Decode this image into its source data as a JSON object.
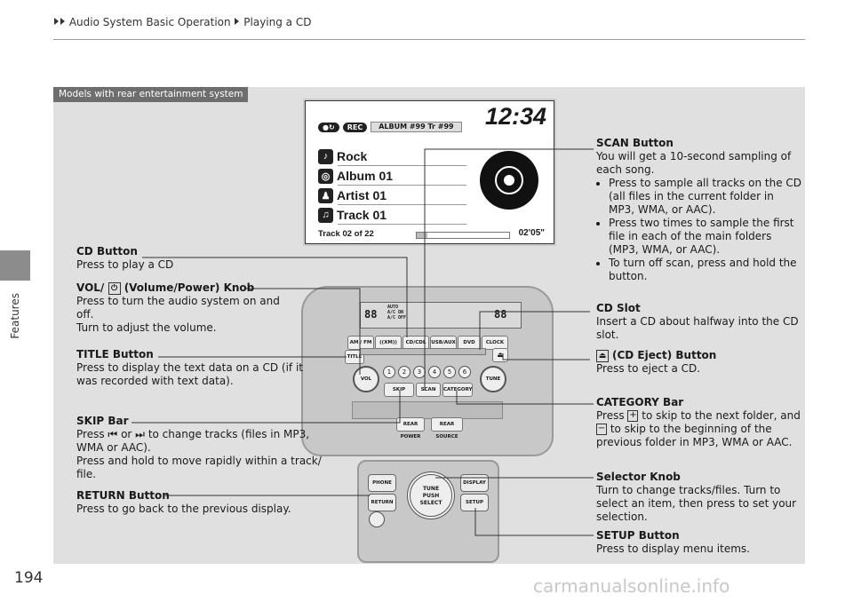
{
  "breadcrumb": [
    "Audio System Basic Operation",
    "Playing a CD"
  ],
  "side_label": "Features",
  "page_number": "194",
  "panel_tag": "Models with rear entertainment system",
  "screen": {
    "clock": "12:34",
    "rec_label": "REC",
    "album_strip": "ALBUM #99   Tr   #99",
    "rows": [
      {
        "icon": "guitar-icon",
        "glyph": "♪",
        "label": "Rock"
      },
      {
        "icon": "album-icon",
        "glyph": "◎",
        "label": "Album 01"
      },
      {
        "icon": "artist-icon",
        "glyph": "♟",
        "label": "Artist 01"
      },
      {
        "icon": "note-icon",
        "glyph": "♫",
        "label": "Track 01"
      }
    ],
    "track_line": "Track 02 of 22",
    "elapsed": "02'05\"",
    "progress": 0.12
  },
  "unit": {
    "lcd_left": "88",
    "lcd_auto": "AUTO A/C ON A/C OFF",
    "lcd_right": "88",
    "buttons_top": [
      "AM / FM",
      "((XM))",
      "CD/CDL",
      "USB/AUX",
      "DVD",
      "CLOCK"
    ],
    "title_btn": "TITLE",
    "numbers": [
      "1",
      "2",
      "3",
      "4",
      "5",
      "6"
    ],
    "vol": "VOL",
    "tune": "TUNE",
    "skip": "SKIP",
    "scan": "SCAN",
    "category": "CATEGORY",
    "rear_power": "REAR POWER",
    "rear_source": "REAR SOURCE"
  },
  "control": {
    "phone": "PHONE",
    "return": "RETURN",
    "display": "DISPLAY",
    "setup": "SETUP",
    "selector": "TUNE\nPUSH\nSELECT"
  },
  "callouts": {
    "scan": {
      "title": "SCAN Button",
      "text": "You will get a 10-second sampling of each song.",
      "bullets": [
        "Press to sample all tracks on the CD (all files in the current folder in MP3, WMA, or AAC).",
        "Press two times to sample the first file in each of the main folders (MP3, WMA, or AAC).",
        "To turn off scan, press and hold the button."
      ]
    },
    "cd_button": {
      "title": "CD Button",
      "text": "Press to play a CD"
    },
    "vol": {
      "title_a": "VOL/",
      "title_b": "(Volume/Power) Knob",
      "text": "Press to turn the audio system on and off.\nTurn to adjust the volume."
    },
    "cd_slot": {
      "title": "CD Slot",
      "text": "Insert a CD about halfway into the CD slot."
    },
    "title": {
      "title": "TITLE Button",
      "text": "Press to display the text data on a CD (if it was recorded with text data)."
    },
    "eject": {
      "title": "(CD Eject) Button",
      "text": "Press to eject a CD."
    },
    "category": {
      "title": "CATEGORY Bar",
      "text_a": "Press",
      "text_b": "to skip to the next folder, and",
      "text_c": "to skip to the beginning of the previous folder in MP3, WMA or AAC."
    },
    "skip": {
      "title": "SKIP Bar",
      "text_a": "Press",
      "text_b": "or",
      "text_c": "to change tracks (files in MP3, WMA or AAC).",
      "text_d": "Press and hold to move rapidly within a track/ file."
    },
    "selector": {
      "title": "Selector Knob",
      "text": "Turn to change tracks/files. Turn to select an item, then press to set your selection."
    },
    "return": {
      "title": "RETURN Button",
      "text": "Press to go back to the previous display."
    },
    "setup": {
      "title": "SETUP Button",
      "text": "Press to display menu items."
    }
  },
  "watermark": "carmanualsonline.info"
}
